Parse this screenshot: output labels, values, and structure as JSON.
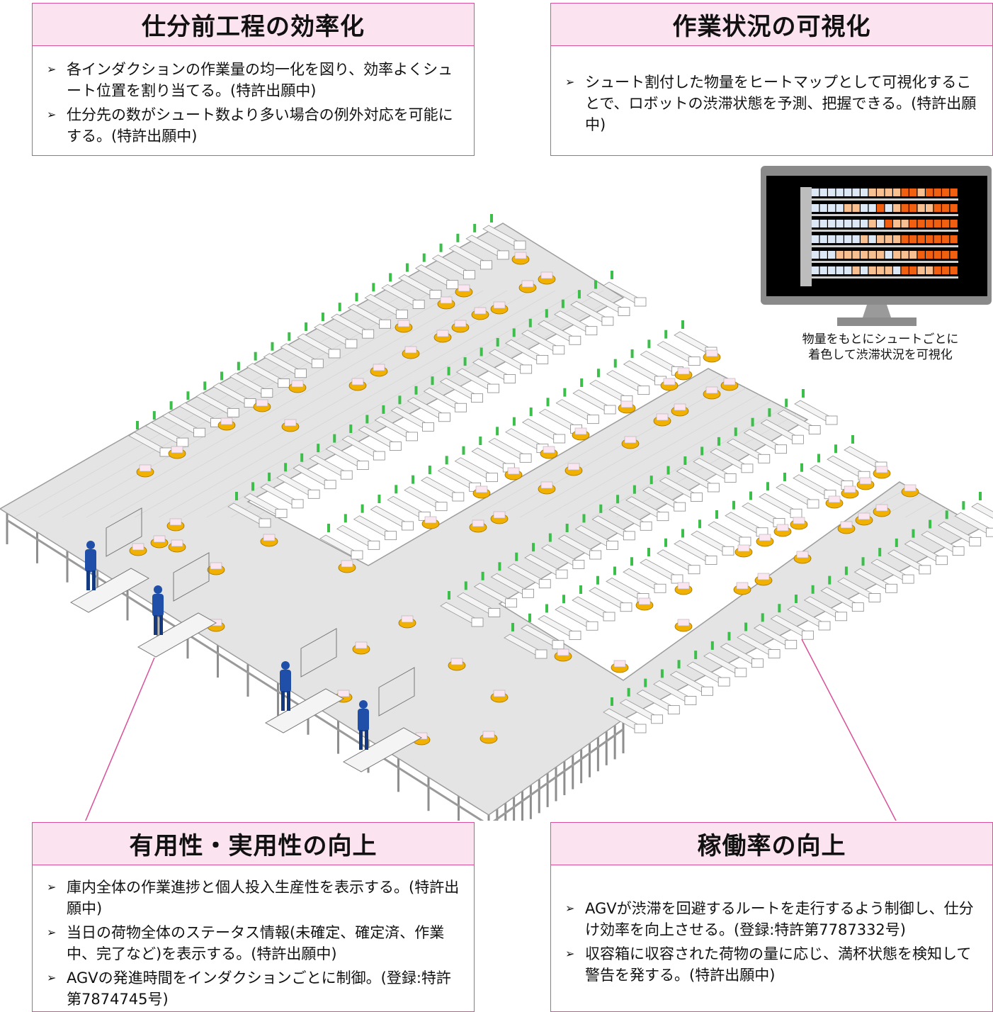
{
  "efficiency": {
    "title": "仕分前工程の効率化",
    "items": [
      "各インダクションの作業量の均一化を図り、効率よくシュート位置を割り当てる。(特許出願中)",
      "仕分先の数がシュート数より多い場合の例外対応を可能にする。(特許出願中)"
    ]
  },
  "visualization": {
    "title": "作業状況の可視化",
    "items": [
      "シュート割付した物量をヒートマップとして可視化することで、ロボットの渋滞状態を予測、把握できる。(特許出願中)"
    ]
  },
  "usability": {
    "title": "有用性・実用性の向上",
    "items": [
      "庫内全体の作業進捗と個人投入生産性を表示する。(特許出願中)",
      "当日の荷物全体のステータス情報(未確定、確定済、作業中、完了など)を表示する。(特許出願中)",
      "AGVの発進時間をインダクションごとに制御。(登録:特許第7874745号)"
    ]
  },
  "utilization": {
    "title": "稼働率の向上",
    "items": [
      "AGVが渋滞を回避するルートを走行するよう制御し、仕分け効率を向上させる。(登録:特許第7787332号)",
      "収容箱に収容された荷物の量に応じ、満杯状態を検知して警告を発する。(特許出願中)"
    ]
  },
  "monitor": {
    "caption_line1": "物量をもとにシュートごとに",
    "caption_line2": "着色して渋滞状況を可視化"
  },
  "colors": {
    "border": "#d9509a",
    "header_bg": "#fbe3ef",
    "floor": "#e4e4e4",
    "agv": "#f2b100",
    "worker": "#1f4fa8",
    "heat_high": "#f06010",
    "heat_mid": "#f8c090",
    "heat_low": "#dce8f6"
  }
}
